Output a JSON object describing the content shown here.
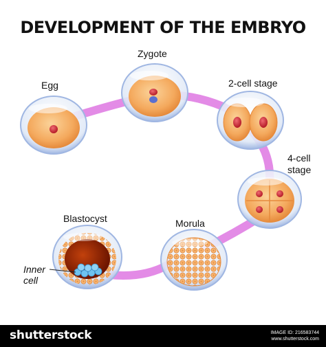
{
  "title": "DEVELOPMENT OF THE EMBRYO",
  "stages": {
    "egg": "Egg",
    "zygote": "Zygote",
    "two_cell": "2-cell stage",
    "four_cell_line1": "4-cell",
    "four_cell_line2": "stage",
    "morula": "Morula",
    "blastocyst": "Blastocyst",
    "inner_cell_line1": "Inner",
    "inner_cell_line2": "cell"
  },
  "colors": {
    "path": "#e38be6",
    "bubble": "#d8e3f3",
    "bubble_edge": "#9fb6e2",
    "cell": "#f4a95d",
    "nucleus": "#d63a44",
    "male_pronucleus": "#5b6fcf",
    "blastocoel": "#8b1a00",
    "inner_cell_mass": "#6fc3f0"
  },
  "footer": {
    "brand": "shutterstock",
    "image_id": "IMAGE ID: 216583744",
    "site": "www.shutterstock.com"
  }
}
